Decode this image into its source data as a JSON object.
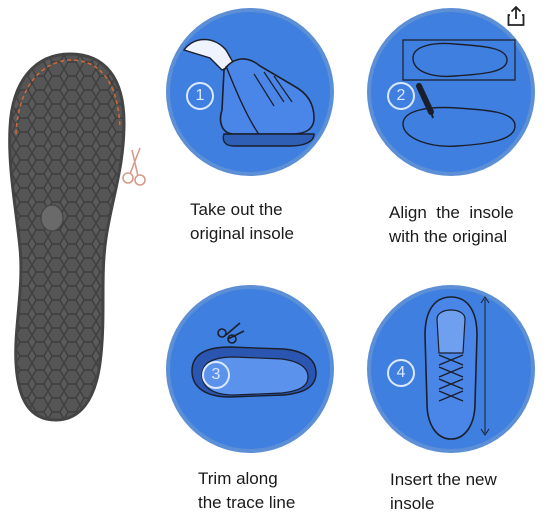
{
  "steps": [
    {
      "number": "1",
      "caption_line1": "Take out the",
      "caption_line2": "original insole"
    },
    {
      "number": "2",
      "caption_line1": "Align  the  insole",
      "caption_line2": "with the original"
    },
    {
      "number": "3",
      "caption_line1": "Trim along",
      "caption_line2": "the trace line"
    },
    {
      "number": "4",
      "caption_line1": "Insert the new",
      "caption_line2": "insole"
    }
  ],
  "colors": {
    "circle_fill": "#3f7fe0",
    "circle_ring": "#5d8fd6",
    "insole_gray": "#5b5b5b",
    "line_art": "#1b1f2b",
    "text": "#1a1a1a"
  },
  "icons": [
    "share-icon",
    "scissors-icon",
    "pencil-icon",
    "hand-icon",
    "shoe-icon"
  ]
}
